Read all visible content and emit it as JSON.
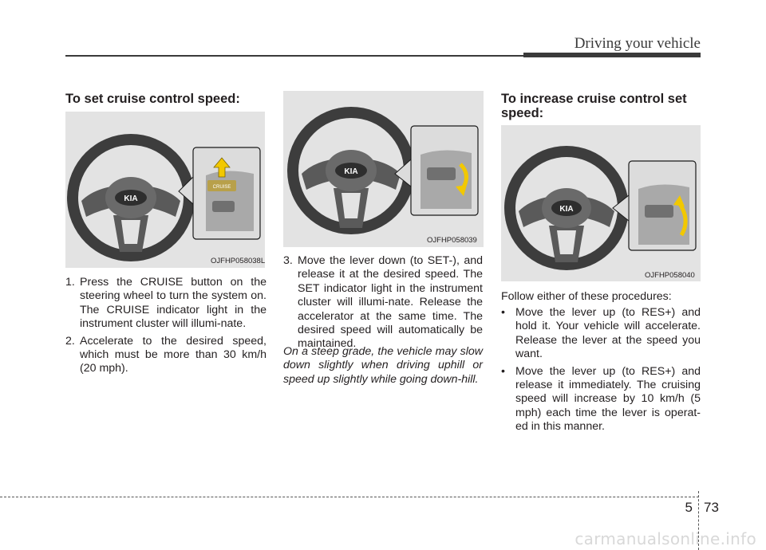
{
  "header": {
    "title": "Driving your vehicle"
  },
  "col1": {
    "heading": "To set cruise control speed:",
    "figure_code": "OJFHP058038L",
    "steps": [
      {
        "num": "1.",
        "text": "Press the CRUISE button on the steering wheel to turn the system on. The CRUISE indicator light in the instrument cluster will illumi-nate."
      },
      {
        "num": "2.",
        "text": "Accelerate to the desired speed, which must be more than 30 km/h (20 mph)."
      }
    ]
  },
  "col2": {
    "figure_code": "OJFHP058039",
    "steps": [
      {
        "num": "3.",
        "text": "Move the lever down (to SET-), and release it at the desired speed. The SET indicator light in the instrument cluster will illumi-nate. Release the accelerator at the same time. The desired speed will automatically be maintained."
      }
    ],
    "note": "On a steep grade, the vehicle may slow down slightly when driving uphill or speed up slightly while going down-hill."
  },
  "col3": {
    "heading": "To increase cruise control set speed:",
    "figure_code": "OJFHP058040",
    "intro": "Follow either of these procedures:",
    "bullets": [
      {
        "mark": "•",
        "text": "Move the lever up (to RES+) and hold it. Your vehicle will accelerate. Release the lever at the speed you want."
      },
      {
        "mark": "•",
        "text": "Move the lever up (to RES+) and release it immediately. The cruising speed will increase by 10 km/h (5 mph) each time the lever is operat-ed in this manner."
      }
    ]
  },
  "figure_labels": {
    "brand": "KIA",
    "cruise_button": "CRUISE"
  },
  "footer": {
    "chapter": "5",
    "page": "73"
  },
  "watermark": "carmanualsonline.info",
  "colors": {
    "figure_bg": "#e3e3e3",
    "arrow_yellow": "#f2c800",
    "wheel_dark": "#3d3d3d"
  }
}
